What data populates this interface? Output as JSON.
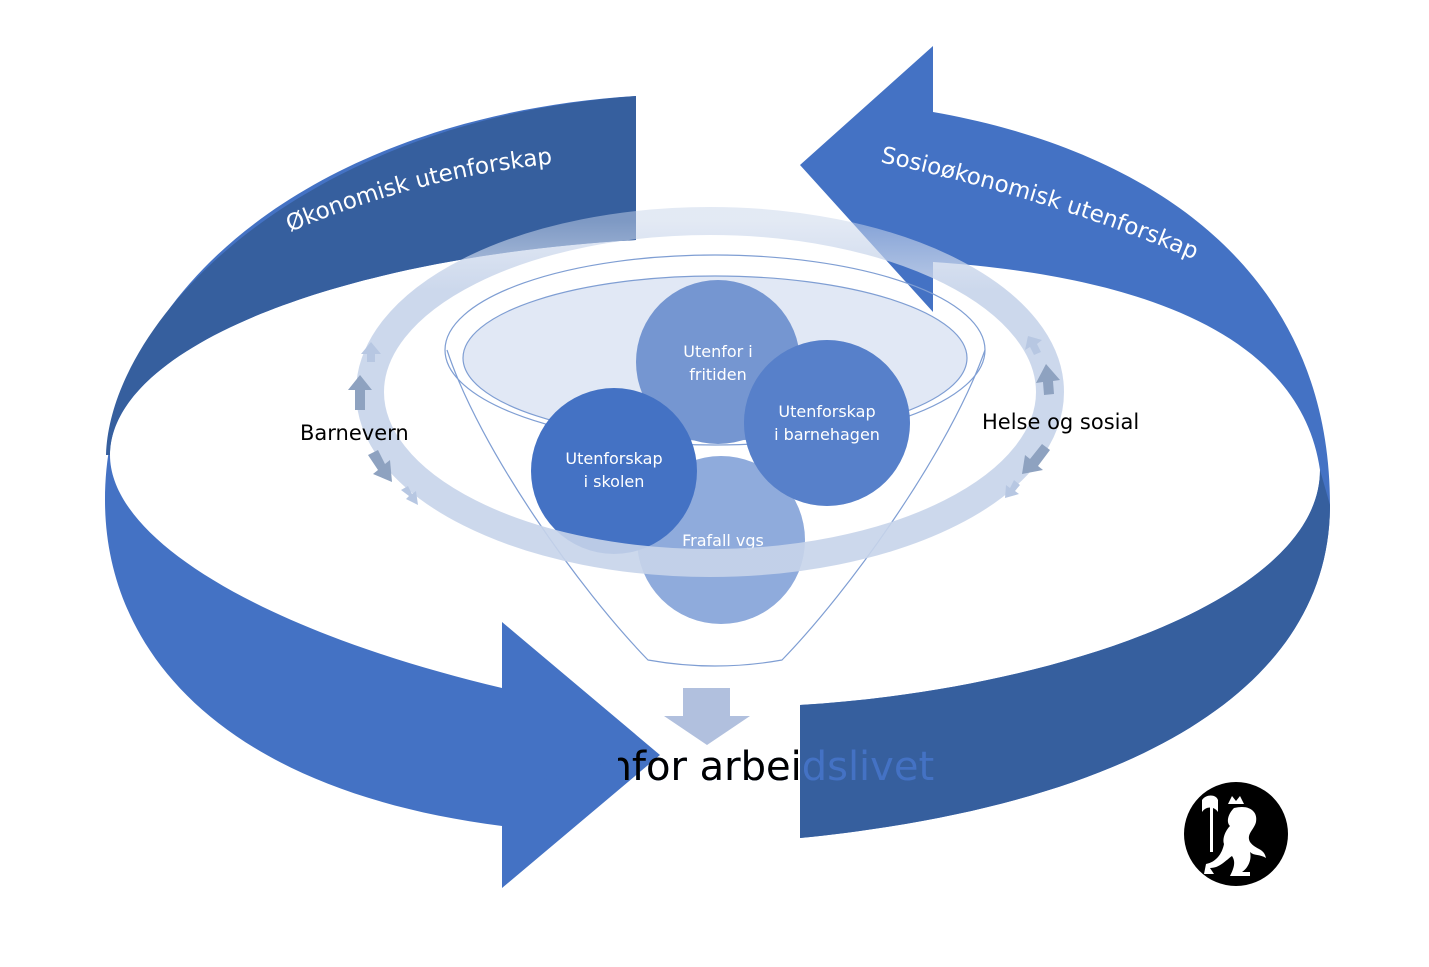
{
  "colors": {
    "arrow_dark": "#365f9e",
    "arrow_mid": "#4472c4",
    "ring": "#c7d4ea",
    "small_arrow": "#8ea2c0",
    "bubble_top": "#7596d1",
    "bubble_mid": "#4472c4",
    "bubble_light": "#8fabdc",
    "funnel_arrow": "#b1c0de",
    "big_text": "#4472c4"
  },
  "arrows": {
    "left_label": "Økonomisk utenforskap",
    "right_label": "Sosioøkonomisk utenforskap"
  },
  "sides": {
    "left": "Barnevern",
    "right": "Helse og sosial"
  },
  "bubbles": {
    "top": [
      "Utenfor i",
      "fritiden"
    ],
    "right": [
      "Utenforskap",
      "i barnehagen"
    ],
    "left": [
      "Utenforskap",
      "i skolen"
    ],
    "bottom": [
      "Frafall vgs"
    ]
  },
  "outcome": "Utenfor arbeidslivet",
  "emblem": {
    "name": "norwegian-coat-of-arms-lion",
    "bg_color": "#000000",
    "fg_color": "#ffffff"
  }
}
